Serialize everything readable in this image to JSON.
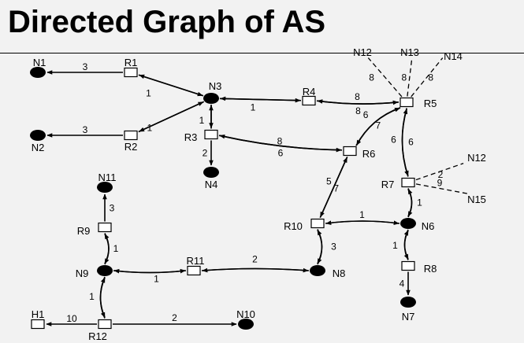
{
  "title": "Directed Graph of AS",
  "nodes": [
    {
      "id": "N1",
      "label": "N1",
      "kind": "network"
    },
    {
      "id": "N2",
      "label": "N2",
      "kind": "network"
    },
    {
      "id": "N3",
      "label": "N3",
      "kind": "network"
    },
    {
      "id": "N4",
      "label": "N4",
      "kind": "network"
    },
    {
      "id": "N6",
      "label": "N6",
      "kind": "network"
    },
    {
      "id": "N7",
      "label": "N7",
      "kind": "network"
    },
    {
      "id": "N8",
      "label": "N8",
      "kind": "network"
    },
    {
      "id": "N9",
      "label": "N9",
      "kind": "network"
    },
    {
      "id": "N10",
      "label": "N10",
      "kind": "network"
    },
    {
      "id": "N11",
      "label": "N11",
      "kind": "network"
    },
    {
      "id": "R1",
      "label": "R1",
      "kind": "router"
    },
    {
      "id": "R2",
      "label": "R2",
      "kind": "router"
    },
    {
      "id": "R3",
      "label": "R3",
      "kind": "router"
    },
    {
      "id": "R4",
      "label": "R4",
      "kind": "router"
    },
    {
      "id": "R5",
      "label": "R5",
      "kind": "router"
    },
    {
      "id": "R6",
      "label": "R6",
      "kind": "router"
    },
    {
      "id": "R7",
      "label": "R7",
      "kind": "router"
    },
    {
      "id": "R8",
      "label": "R8",
      "kind": "router"
    },
    {
      "id": "R9",
      "label": "R9",
      "kind": "router"
    },
    {
      "id": "R10",
      "label": "R10",
      "kind": "router"
    },
    {
      "id": "R11",
      "label": "R11",
      "kind": "router"
    },
    {
      "id": "R12",
      "label": "R12",
      "kind": "router"
    },
    {
      "id": "H1",
      "label": "H1",
      "kind": "host"
    },
    {
      "id": "N12a",
      "label": "N12",
      "kind": "external"
    },
    {
      "id": "N13",
      "label": "N13",
      "kind": "external"
    },
    {
      "id": "N14",
      "label": "N14",
      "kind": "external"
    },
    {
      "id": "N12b",
      "label": "N12",
      "kind": "external"
    },
    {
      "id": "N15",
      "label": "N15",
      "kind": "external"
    }
  ],
  "edges": [
    {
      "from": "R1",
      "to": "N1",
      "cost": "3"
    },
    {
      "from": "R2",
      "to": "N2",
      "cost": "3"
    },
    {
      "from": "R1",
      "to": "N3",
      "cost": "1"
    },
    {
      "from": "N3",
      "to": "R1",
      "cost": ""
    },
    {
      "from": "R2",
      "to": "N3",
      "cost": "1"
    },
    {
      "from": "N3",
      "to": "R2",
      "cost": ""
    },
    {
      "from": "R3",
      "to": "N3",
      "cost": "1"
    },
    {
      "from": "N3",
      "to": "R3",
      "cost": ""
    },
    {
      "from": "R4",
      "to": "N3",
      "cost": "1"
    },
    {
      "from": "N3",
      "to": "R4",
      "cost": ""
    },
    {
      "from": "R3",
      "to": "N4",
      "cost": "2"
    },
    {
      "from": "R4",
      "to": "R5",
      "cost": "8"
    },
    {
      "from": "R5",
      "to": "R4",
      "cost": "8"
    },
    {
      "from": "R3",
      "to": "R6",
      "cost": "8"
    },
    {
      "from": "R6",
      "to": "R3",
      "cost": "6"
    },
    {
      "from": "R5",
      "to": "R6",
      "cost": "7"
    },
    {
      "from": "R6",
      "to": "R5",
      "cost": "6"
    },
    {
      "from": "R5",
      "to": "R7",
      "cost": "6"
    },
    {
      "from": "R7",
      "to": "R5",
      "cost": "6"
    },
    {
      "from": "R6",
      "to": "R10",
      "cost": "7"
    },
    {
      "from": "R10",
      "to": "R6",
      "cost": "5"
    },
    {
      "from": "R7",
      "to": "N6",
      "cost": "1"
    },
    {
      "from": "N6",
      "to": "R7",
      "cost": ""
    },
    {
      "from": "R10",
      "to": "N6",
      "cost": "1"
    },
    {
      "from": "N6",
      "to": "R10",
      "cost": ""
    },
    {
      "from": "R8",
      "to": "N6",
      "cost": "1"
    },
    {
      "from": "N6",
      "to": "R8",
      "cost": ""
    },
    {
      "from": "R8",
      "to": "N7",
      "cost": "4"
    },
    {
      "from": "R10",
      "to": "N8",
      "cost": "3"
    },
    {
      "from": "N8",
      "to": "R10",
      "cost": ""
    },
    {
      "from": "R11",
      "to": "N8",
      "cost": "2"
    },
    {
      "from": "N8",
      "to": "R11",
      "cost": ""
    },
    {
      "from": "R11",
      "to": "N9",
      "cost": "1"
    },
    {
      "from": "N9",
      "to": "R11",
      "cost": ""
    },
    {
      "from": "R9",
      "to": "N11",
      "cost": "3"
    },
    {
      "from": "R9",
      "to": "N9",
      "cost": "1"
    },
    {
      "from": "N9",
      "to": "R9",
      "cost": ""
    },
    {
      "from": "R12",
      "to": "N9",
      "cost": "1"
    },
    {
      "from": "N9",
      "to": "R12",
      "cost": ""
    },
    {
      "from": "R12",
      "to": "H1",
      "cost": "10"
    },
    {
      "from": "R12",
      "to": "N10",
      "cost": "2"
    },
    {
      "from": "R5",
      "to": "N12a",
      "cost": "8",
      "dashed": true
    },
    {
      "from": "R5",
      "to": "N13",
      "cost": "8",
      "dashed": true
    },
    {
      "from": "R5",
      "to": "N14",
      "cost": "8",
      "dashed": true
    },
    {
      "from": "R7",
      "to": "N12b",
      "cost": "2",
      "dashed": true
    },
    {
      "from": "R7",
      "to": "N15",
      "cost": "9",
      "dashed": true
    }
  ]
}
